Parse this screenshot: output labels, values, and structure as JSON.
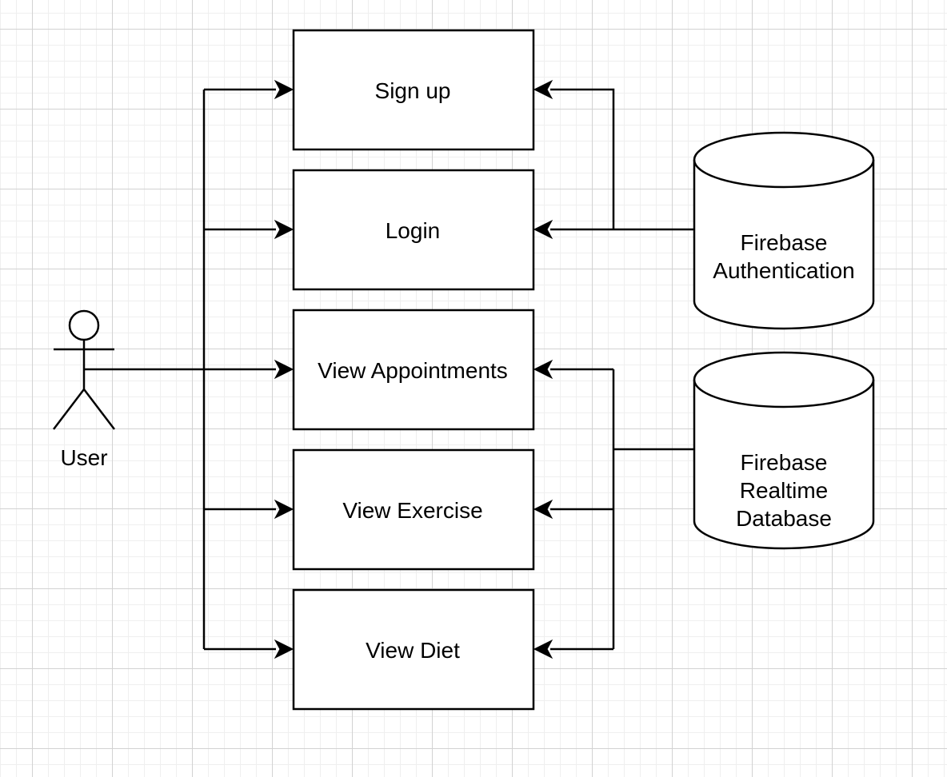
{
  "diagram": {
    "actor": {
      "label": "User",
      "icon": "stick-figure-icon"
    },
    "use_cases": [
      {
        "id": "signup",
        "label": "Sign up"
      },
      {
        "id": "login",
        "label": "Login"
      },
      {
        "id": "appointments",
        "label": "View Appointments"
      },
      {
        "id": "exercise",
        "label": "View Exercise"
      },
      {
        "id": "diet",
        "label": "View Diet"
      }
    ],
    "data_stores": [
      {
        "id": "auth",
        "label_lines": [
          "Firebase",
          "Authentication"
        ],
        "icon": "database-cylinder-icon"
      },
      {
        "id": "rtdb",
        "label_lines": [
          "Firebase",
          "Realtime",
          "Database"
        ],
        "icon": "database-cylinder-icon"
      }
    ],
    "connections": [
      {
        "from": "User",
        "to": "Sign up"
      },
      {
        "from": "User",
        "to": "Login"
      },
      {
        "from": "User",
        "to": "View Appointments"
      },
      {
        "from": "User",
        "to": "View Exercise"
      },
      {
        "from": "User",
        "to": "View Diet"
      },
      {
        "from": "Firebase Authentication",
        "to": "Sign up"
      },
      {
        "from": "Firebase Authentication",
        "to": "Login"
      },
      {
        "from": "Firebase Realtime Database",
        "to": "View Appointments"
      },
      {
        "from": "Firebase Realtime Database",
        "to": "View Exercise"
      },
      {
        "from": "Firebase Realtime Database",
        "to": "View Diet"
      }
    ],
    "colors": {
      "background": "#ffffff",
      "grid_major": "#d2d2d2",
      "grid_minor": "#efefef",
      "stroke": "#000000"
    }
  }
}
